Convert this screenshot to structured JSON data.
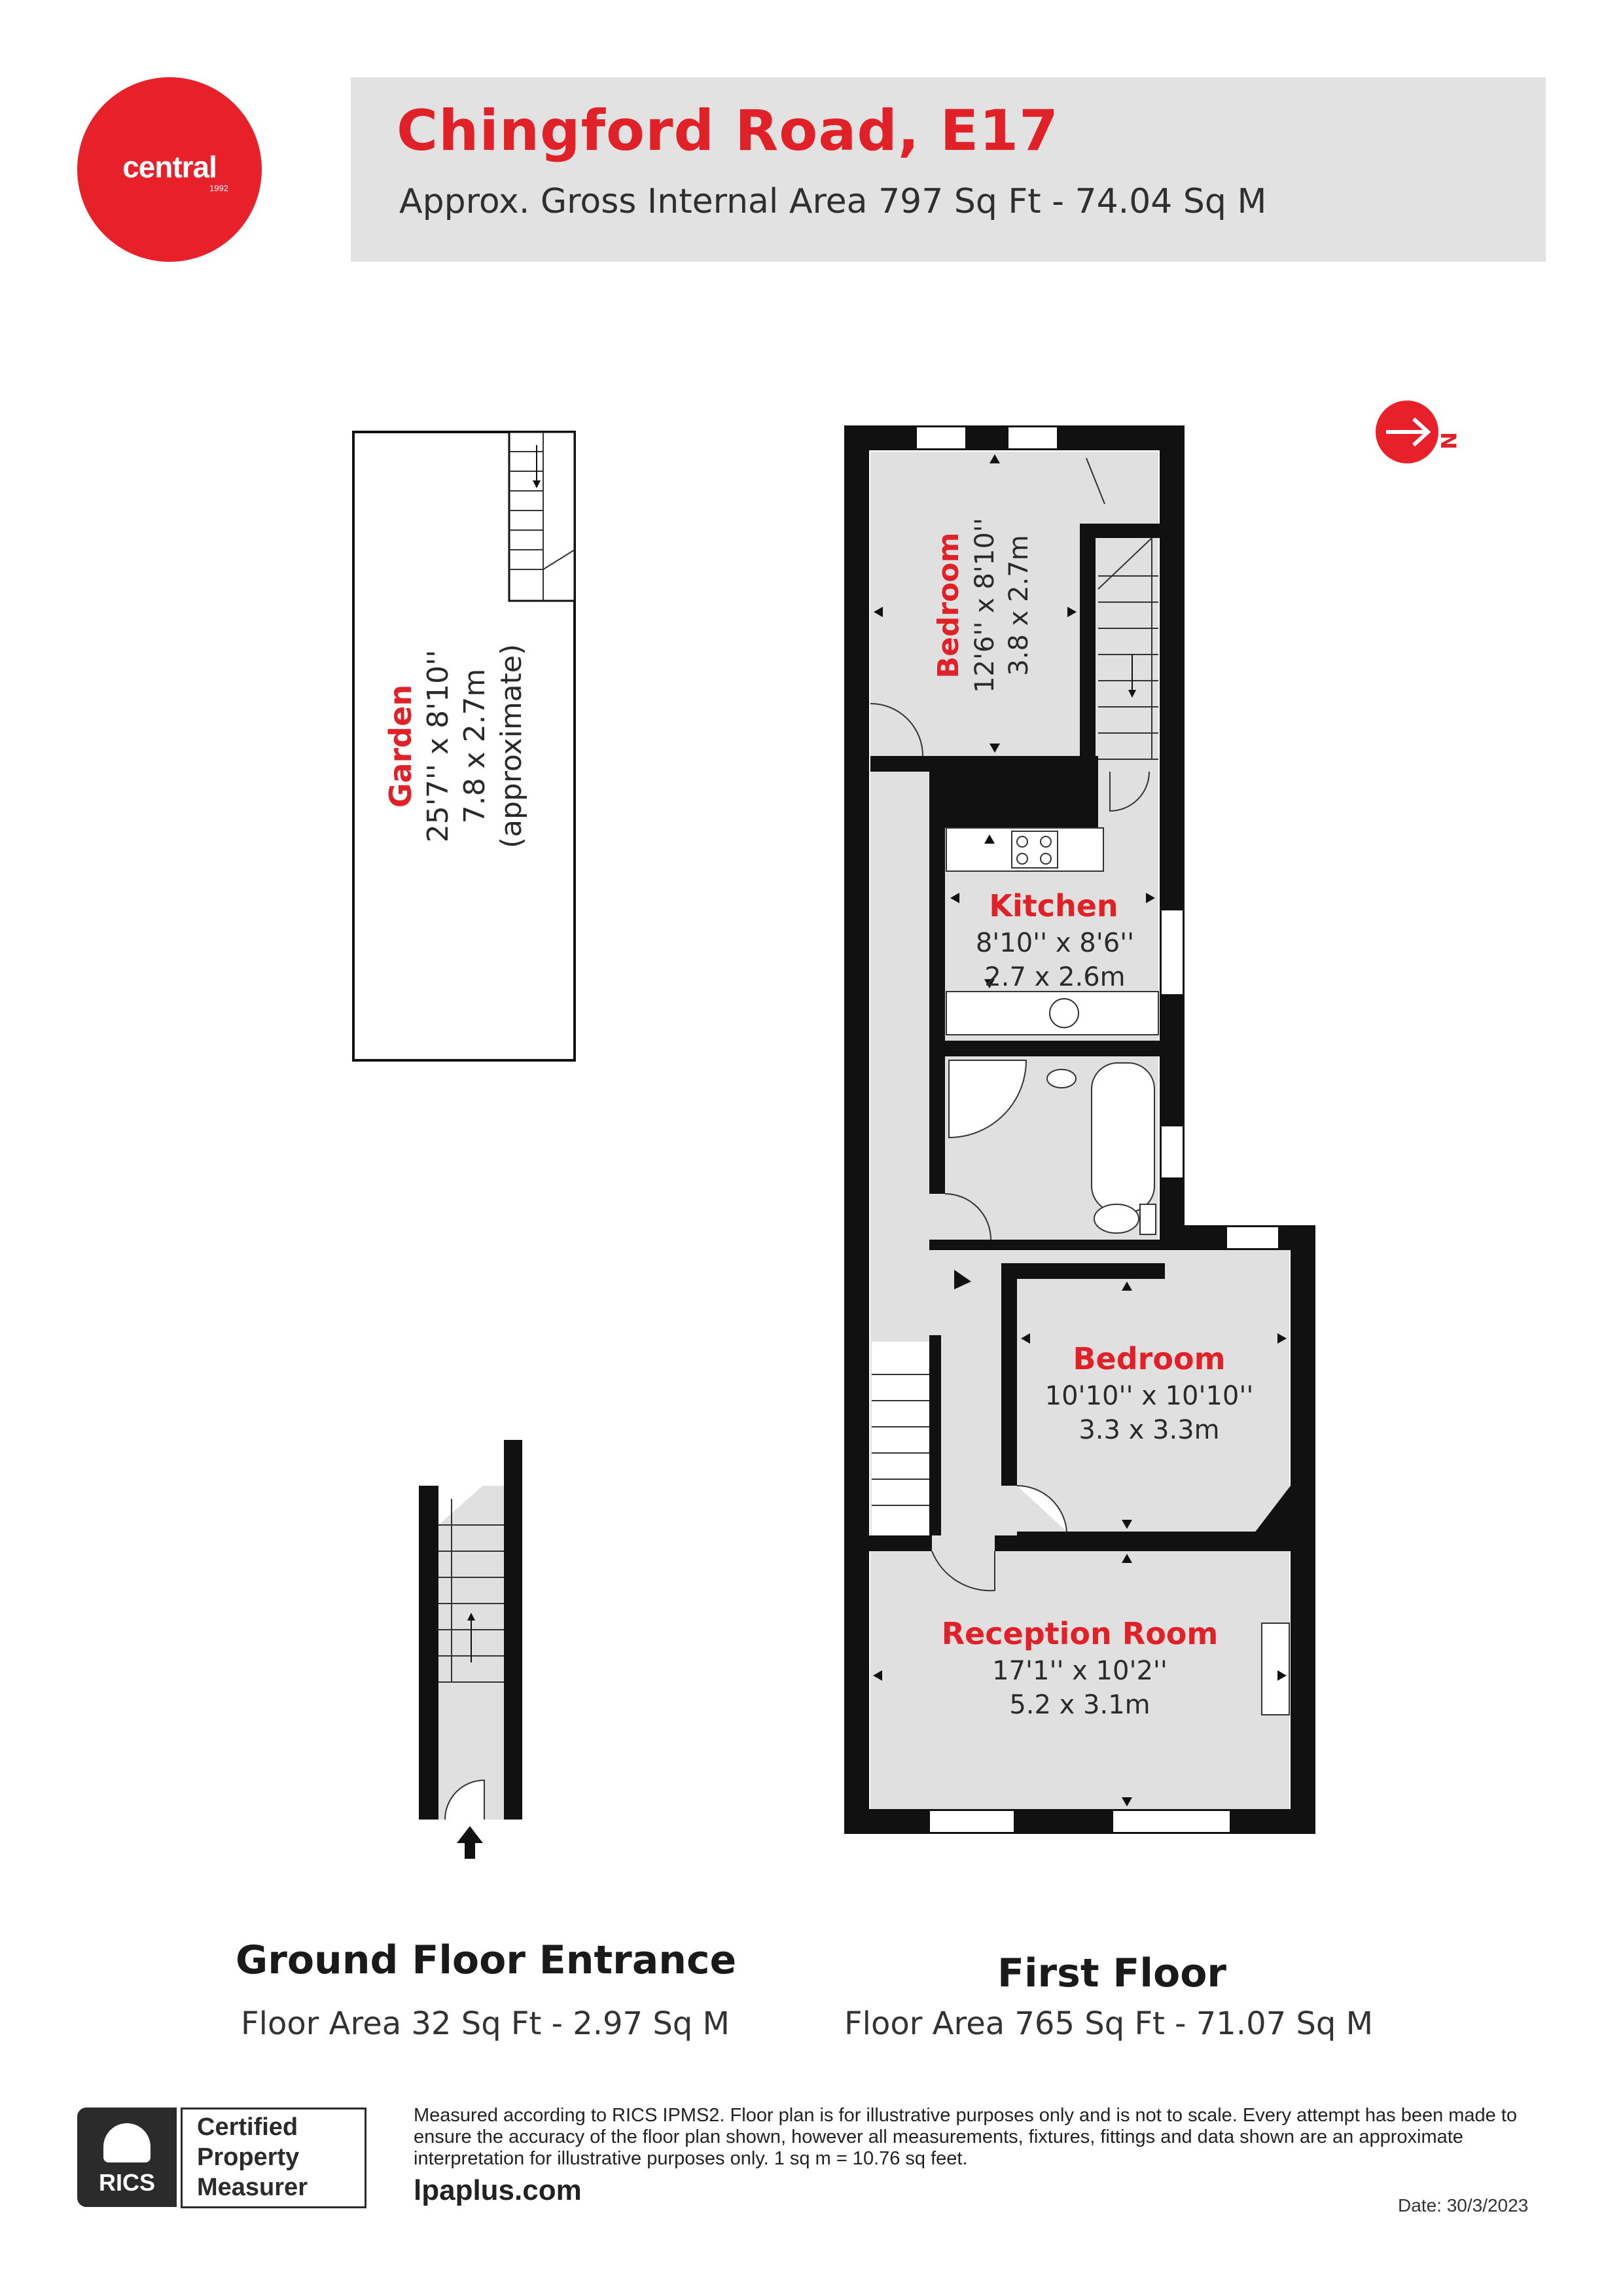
{
  "brand": {
    "name": "central",
    "year": "1992",
    "color": "#e8202a"
  },
  "header": {
    "title": "Chingford Road, E17",
    "subtitle": "Approx. Gross Internal Area 797 Sq Ft - 74.04 Sq M"
  },
  "compass": {
    "label": "N",
    "icon": "north-arrow-icon"
  },
  "rooms": {
    "garden": {
      "name": "Garden",
      "dim_imperial": "25'7'' x 8'10''",
      "dim_metric": "7.8 x 2.7m",
      "note": "(approximate)"
    },
    "bedroom1": {
      "name": "Bedroom",
      "dim_imperial": "12'6'' x 8'10''",
      "dim_metric": "3.8 x 2.7m"
    },
    "kitchen": {
      "name": "Kitchen",
      "dim_imperial": "8'10'' x 8'6''",
      "dim_metric": "2.7 x 2.6m"
    },
    "bedroom2": {
      "name": "Bedroom",
      "dim_imperial": "10'10'' x 10'10''",
      "dim_metric": "3.3 x 3.3m"
    },
    "reception": {
      "name": "Reception Room",
      "dim_imperial": "17'1'' x 10'2''",
      "dim_metric": "5.2 x 3.1m"
    }
  },
  "floors": [
    {
      "title": "Ground Floor Entrance",
      "area": "Floor Area 32 Sq Ft - 2.97 Sq M"
    },
    {
      "title": "First Floor",
      "area": "Floor Area 765 Sq Ft - 71.07 Sq M"
    }
  ],
  "certification": {
    "org": "RICS",
    "lines": [
      "Certified",
      "Property",
      "Measurer"
    ]
  },
  "footer": {
    "disclaimer": "Measured according to RICS IPMS2. Floor plan is for illustrative purposes only and is not to scale. Every attempt has been made to ensure the accuracy of the floor plan shown, however all measurements, fixtures, fittings and data shown are an approximate interpretation for illustrative purposes only. 1 sq m = 10.76 sq feet.",
    "website": "lpaplus.com",
    "date": "Date: 30/3/2023"
  },
  "colors": {
    "accent": "#e02128",
    "header_bg": "#e2e2e2",
    "room_fill": "#e0e0e0",
    "wall": "#111111"
  }
}
